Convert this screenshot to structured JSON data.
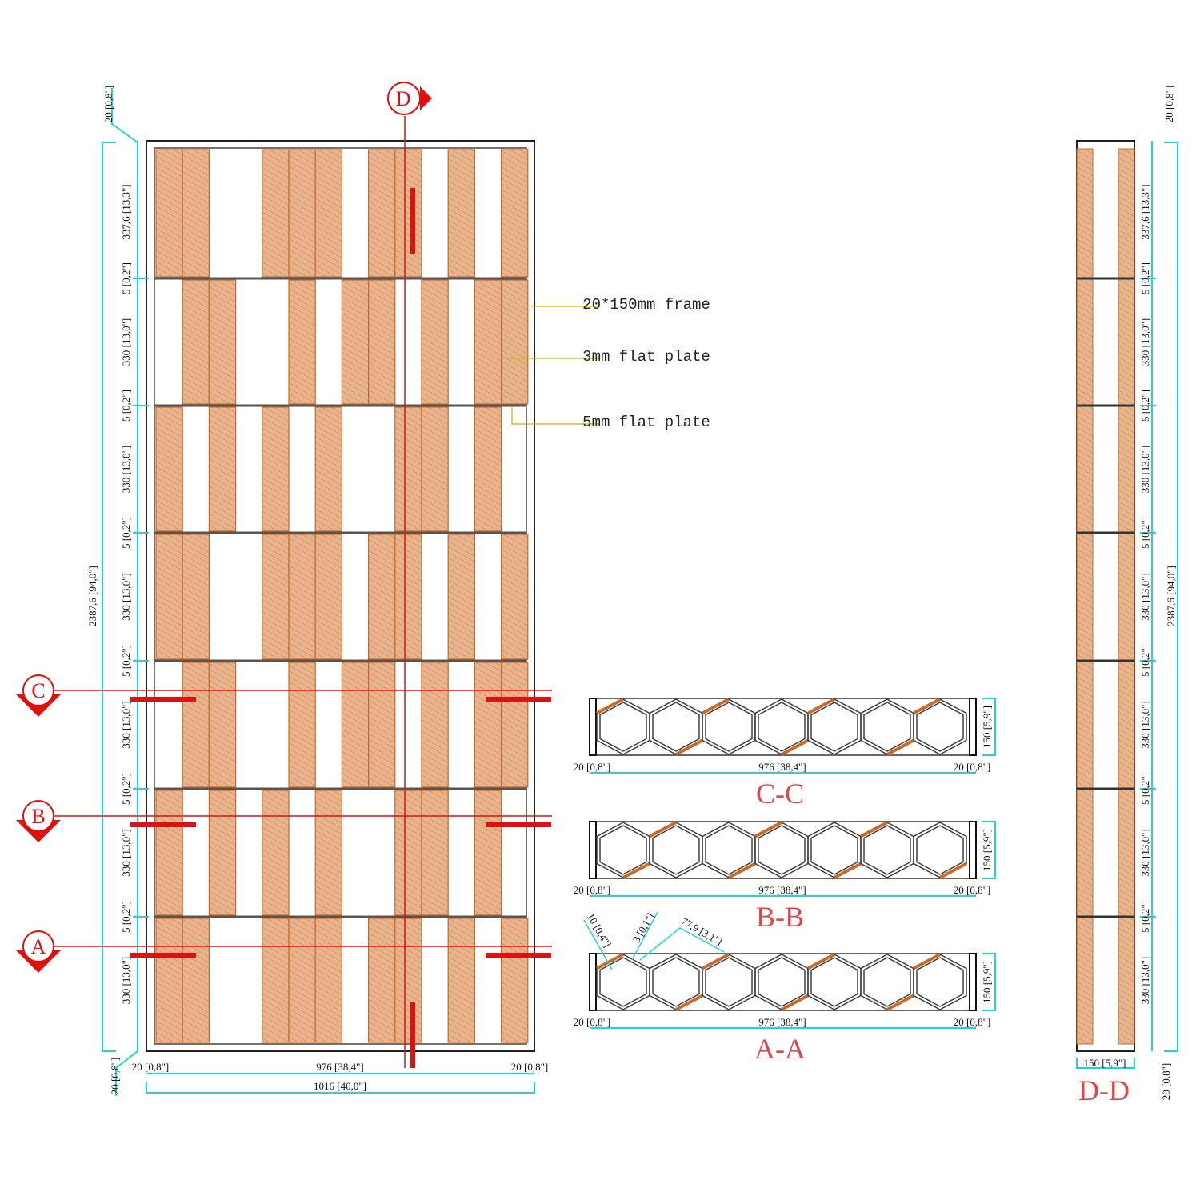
{
  "colors": {
    "wood": "#e9b48c",
    "wood_edge": "#c86a2a",
    "dim": "#22d3dc",
    "cut": "#e01010",
    "frame": "#222222"
  },
  "panel": {
    "columns": 14,
    "rows": [
      [
        0,
        1,
        4,
        5,
        6,
        8,
        9,
        11,
        13
      ],
      [
        1,
        2,
        5,
        7,
        8,
        10,
        12,
        13
      ],
      [
        0,
        2,
        4,
        6,
        9,
        10,
        12
      ],
      [
        0,
        1,
        4,
        5,
        6,
        8,
        9,
        11,
        13
      ],
      [
        1,
        2,
        5,
        7,
        8,
        10,
        12,
        13
      ],
      [
        0,
        2,
        4,
        6,
        9,
        10,
        12
      ],
      [
        0,
        1,
        4,
        5,
        6,
        8,
        9,
        11,
        13
      ]
    ]
  },
  "callouts": {
    "frame": "20*150mm frame",
    "plate3": "3mm flat plate",
    "plate5": "5mm flat plate"
  },
  "markers": {
    "d": "D",
    "c": "C",
    "b": "B",
    "a": "A"
  },
  "left_dims": {
    "top": "20 [0,8\"]",
    "row_first": "337,6 [13,3\"]",
    "gap": "5 [0,2\"]",
    "row": "330 [13,0\"]",
    "total": "2387,6 [94,0\"]",
    "bottom": "20 [0,8\"]"
  },
  "bottom_dims": {
    "left": "20 [0,8\"]",
    "middle": "976 [38,4\"]",
    "right": "20 [0,8\"]",
    "overall": "1016 [40,0\"]"
  },
  "sections": [
    {
      "label": "C-C",
      "left": "20 [0,8\"]",
      "middle": "976 [38,4\"]",
      "right": "20 [0,8\"]",
      "depth": "150 [5,9\"]"
    },
    {
      "label": "B-B",
      "left": "20 [0,8\"]",
      "middle": "976 [38,4\"]",
      "right": "20 [0,8\"]",
      "depth": "150 [5,9\"]"
    },
    {
      "label": "A-A",
      "left": "20 [0,8\"]",
      "middle": "976 [38,4\"]",
      "right": "20 [0,8\"]",
      "depth": "150 [5,9\"]"
    }
  ],
  "aa_details": {
    "gap": "10 [0,4\"]",
    "thickness": "3 [0,1\"]",
    "side": "77,9 [3,1\"]"
  },
  "side_view": {
    "label": "D-D",
    "width": "150 [5,9\"]",
    "top": "20 [0,8\"]",
    "bottom": "20 [0,8\"]",
    "total": "2387,6 [94,0\"]",
    "row_first": "337,6 [13,3\"]",
    "gap": "5 [0,2\"]",
    "row": "330 [13,0\"]"
  }
}
